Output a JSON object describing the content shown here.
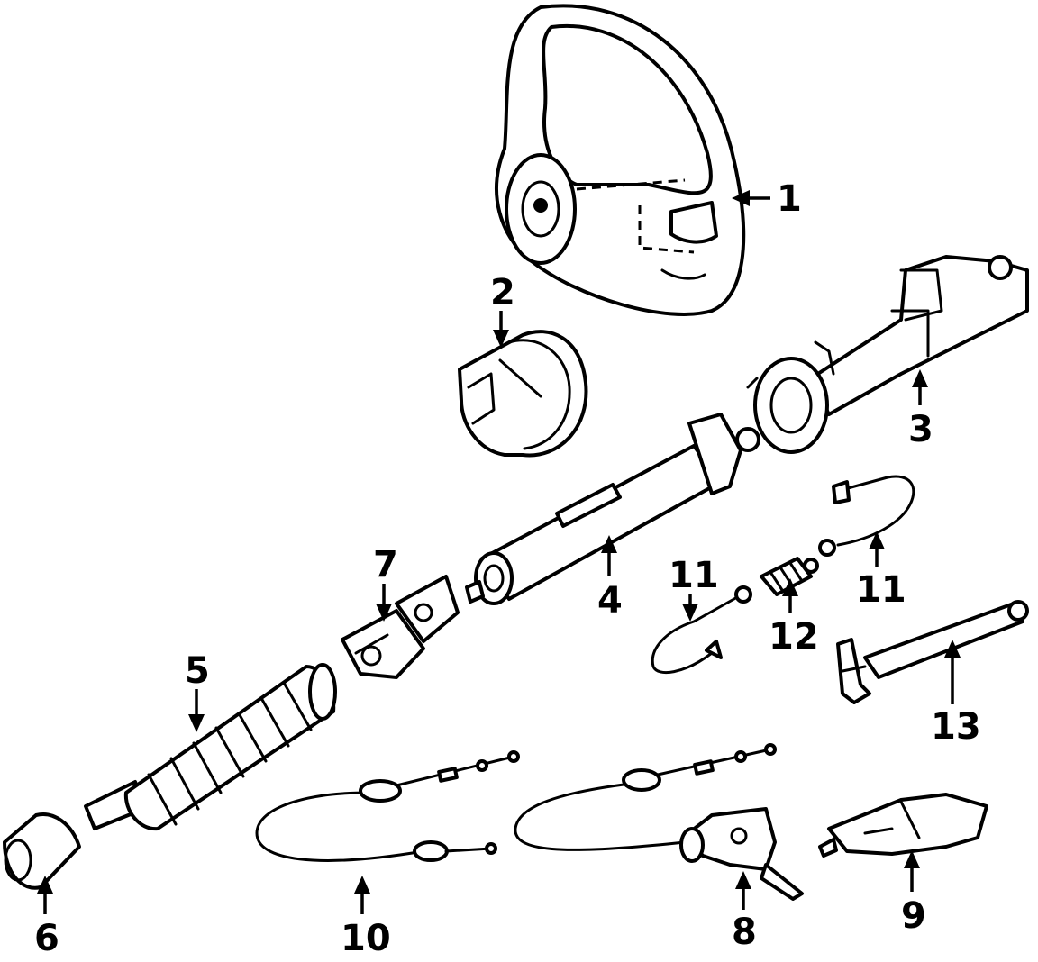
{
  "callouts": [
    {
      "id": "1",
      "label": "1"
    },
    {
      "id": "2",
      "label": "2"
    },
    {
      "id": "3",
      "label": "3"
    },
    {
      "id": "4",
      "label": "4"
    },
    {
      "id": "5",
      "label": "5"
    },
    {
      "id": "6",
      "label": "6"
    },
    {
      "id": "7",
      "label": "7"
    },
    {
      "id": "8",
      "label": "8"
    },
    {
      "id": "9",
      "label": "9"
    },
    {
      "id": "10",
      "label": "10"
    },
    {
      "id": "11a",
      "label": "11"
    },
    {
      "id": "11b",
      "label": "11"
    },
    {
      "id": "12",
      "label": "12"
    },
    {
      "id": "13",
      "label": "13"
    }
  ],
  "colors": {
    "line": "#000000",
    "background": "#ffffff"
  }
}
